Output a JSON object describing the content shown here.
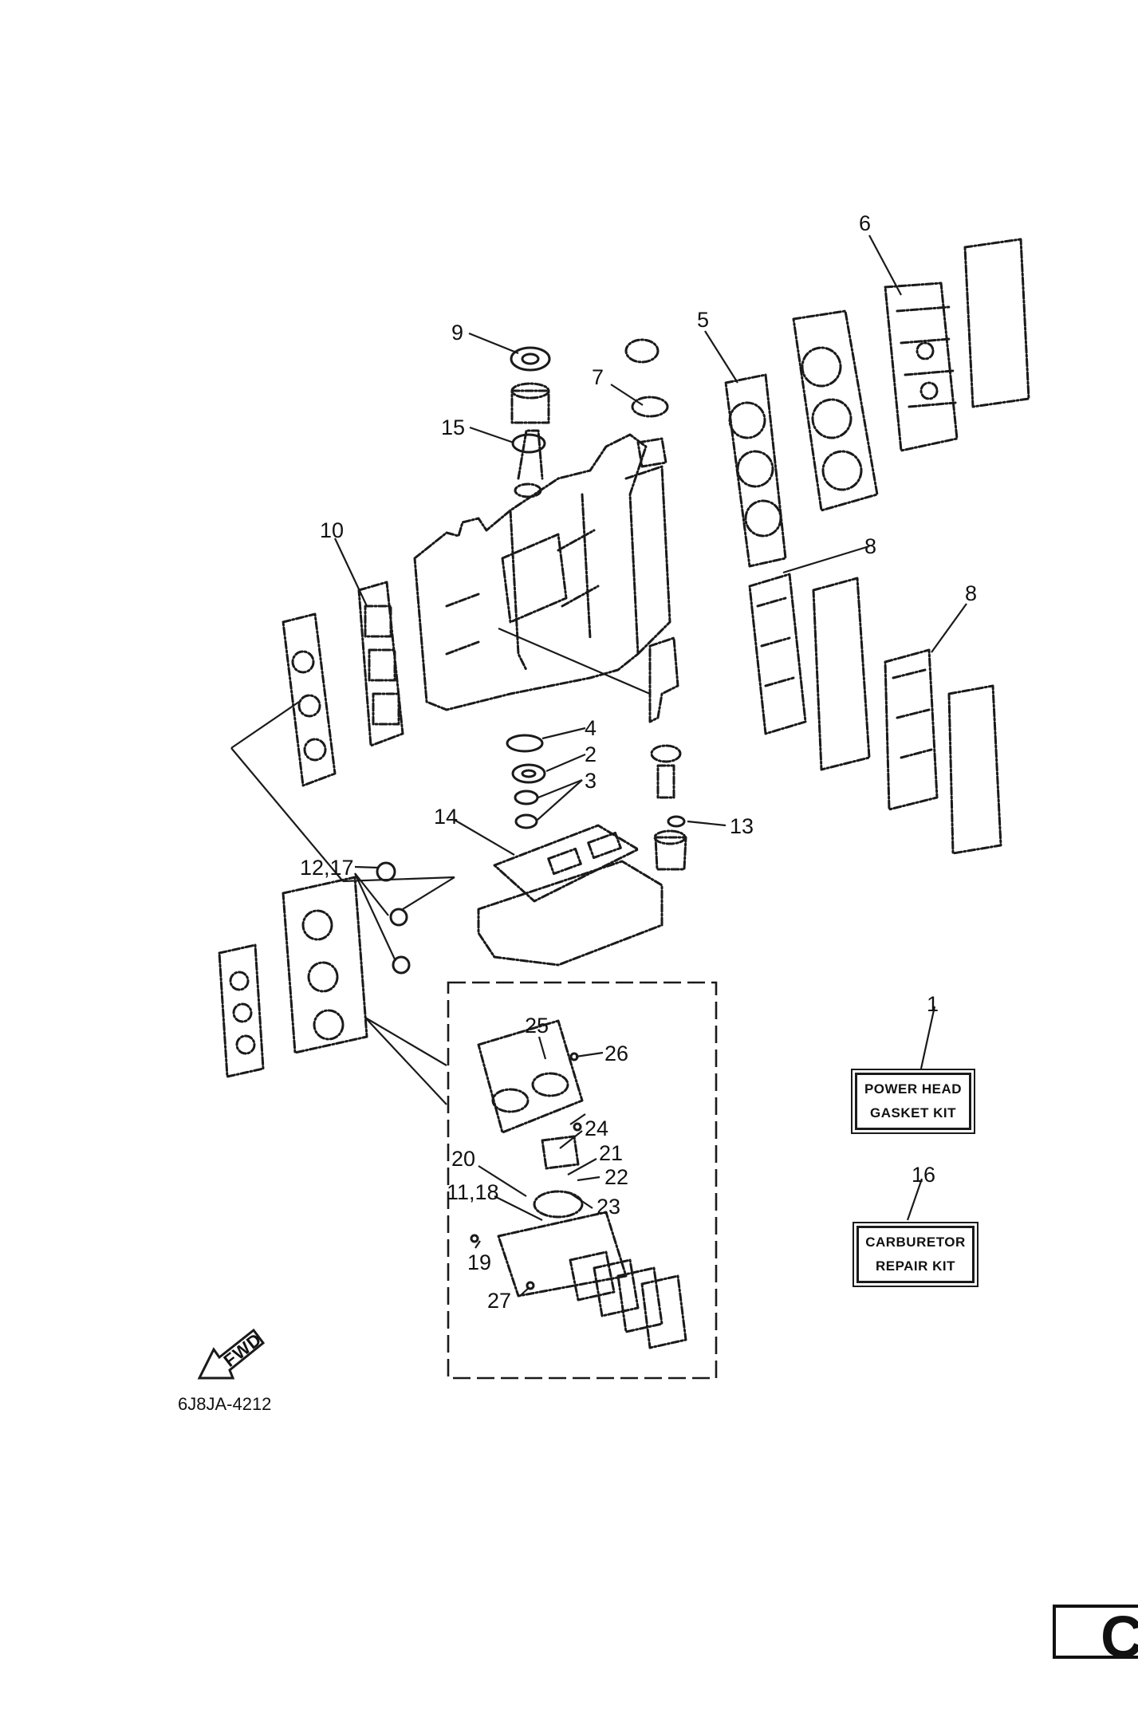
{
  "callouts": {
    "c1": "1",
    "c2": "2",
    "c3": "3",
    "c4": "4",
    "c5": "5",
    "c6": "6",
    "c7": "7",
    "c8a": "8",
    "c8b": "8",
    "c9": "9",
    "c10": "10",
    "c11_18": "11,18",
    "c12_17": "12,17",
    "c13": "13",
    "c14": "14",
    "c15": "15",
    "c16": "16",
    "c19": "19",
    "c20": "20",
    "c21": "21",
    "c22": "22",
    "c23": "23",
    "c24": "24",
    "c25": "25",
    "c26": "26",
    "c27": "27"
  },
  "kits": {
    "power_head": {
      "line1": "POWER HEAD",
      "line2": "GASKET KIT"
    },
    "carburetor": {
      "line1": "CARBURETOR",
      "line2": "REPAIR KIT"
    }
  },
  "fwd_label": "FWD",
  "diagram_ref": "6J8JA-4212",
  "page_mark": "C"
}
